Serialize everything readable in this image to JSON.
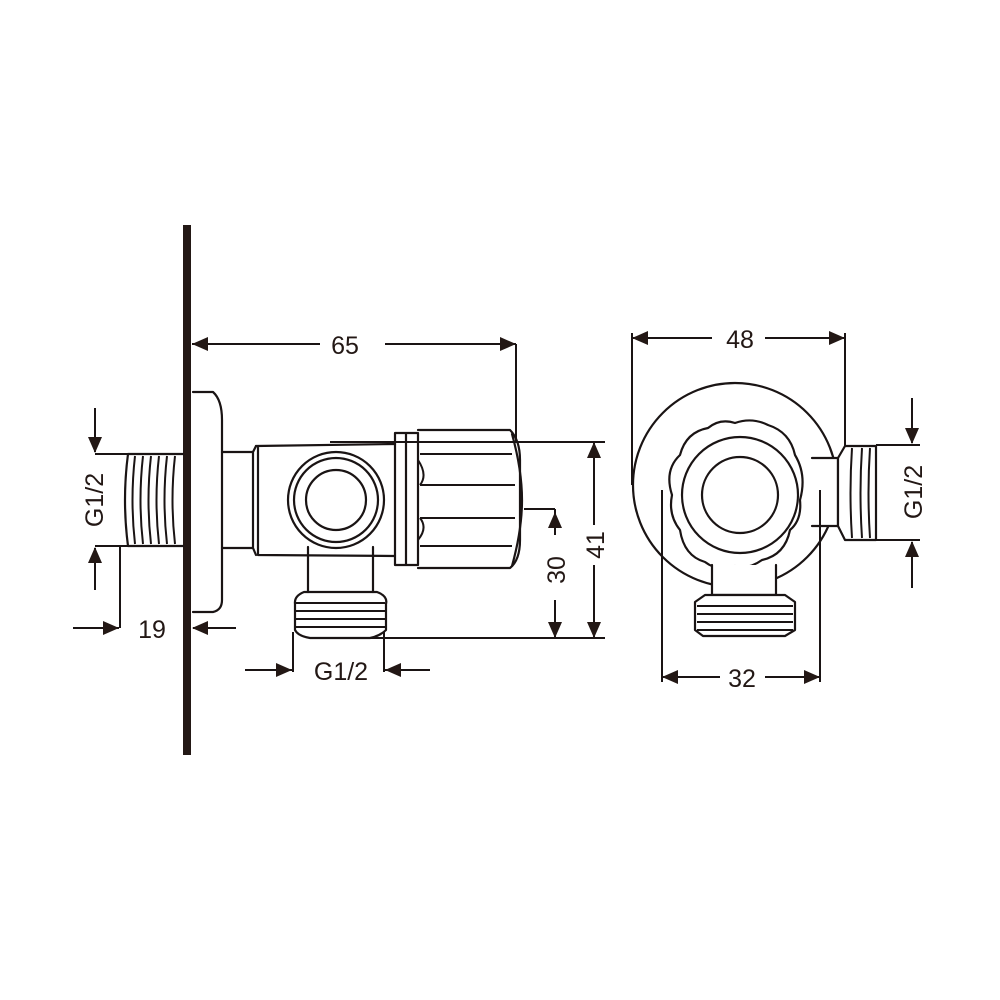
{
  "diagram": {
    "type": "technical-drawing",
    "subject": "angle valve dimensional drawing",
    "line_color": "#231815",
    "background": "#ffffff",
    "views": {
      "side": {
        "dimensions": {
          "overall_length": "65",
          "inlet_thread": "G1/2",
          "wall_projection": "19",
          "outlet_thread": "G1/2",
          "outlet_height": "30",
          "overall_height": "41"
        }
      },
      "end": {
        "dimensions": {
          "overall_width": "48",
          "body_width": "32",
          "side_thread": "G1/2"
        }
      }
    }
  }
}
